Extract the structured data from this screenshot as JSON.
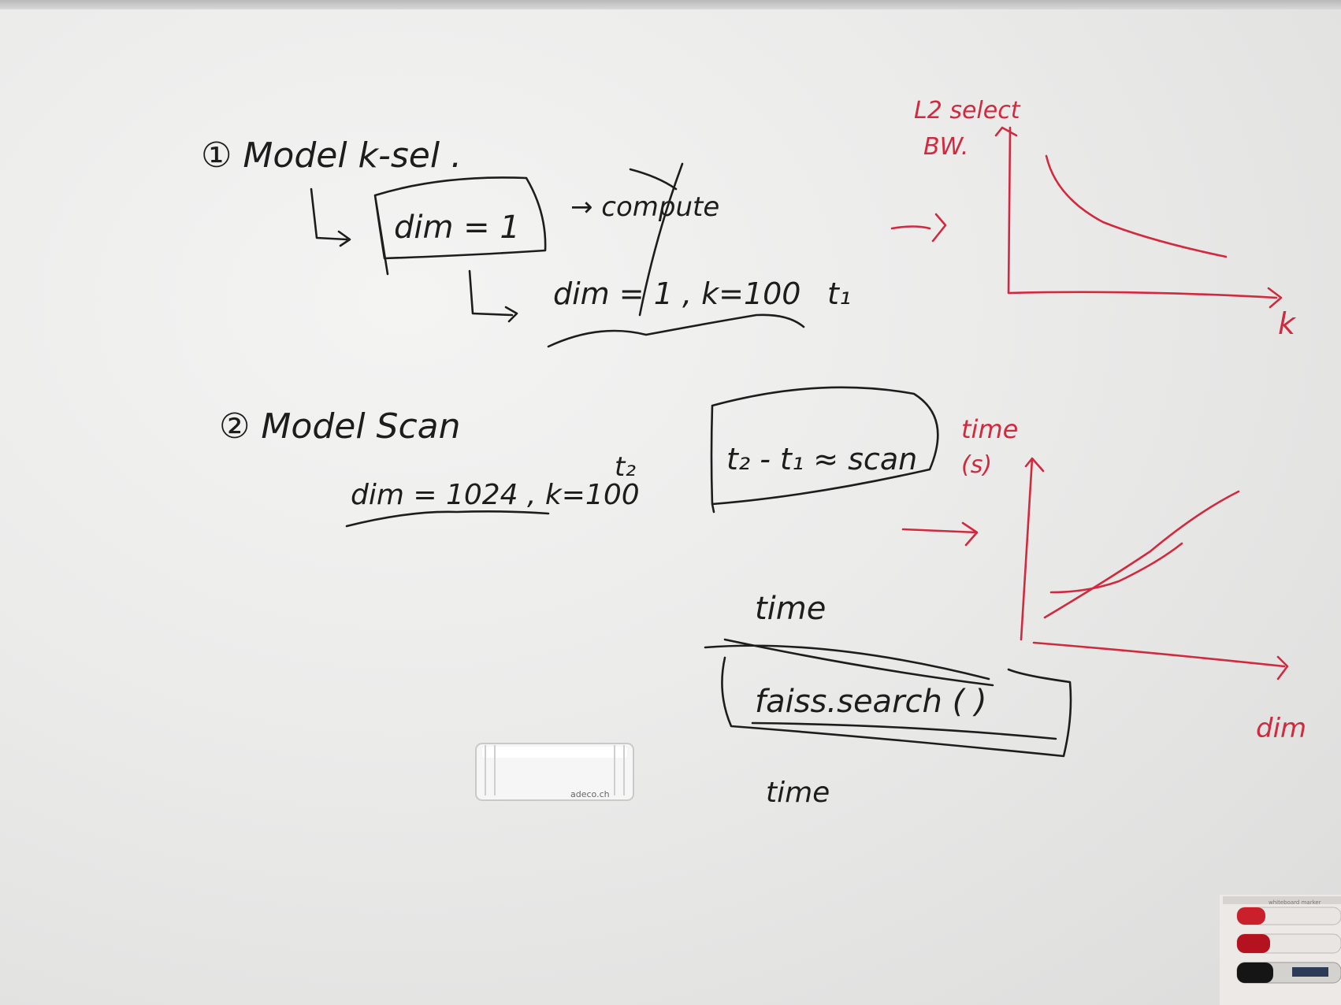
{
  "section1": {
    "title": "① Model  k-sel .",
    "box": "dim = 1",
    "arrow_note": "→ compute",
    "line2": "dim = 1  ,  k=100",
    "time_var": "t₁"
  },
  "section2": {
    "title": "② Model  Scan",
    "line": "dim = 1024 ,  k=100",
    "time_var": "t₂",
    "box": "t₂ - t₁ ≈ scan"
  },
  "bottom": {
    "label_above": "time",
    "code_box": "faiss.search (          )",
    "label_below": "time"
  },
  "graph_top": {
    "ylabel_line1": "L2 select",
    "ylabel_line2": "BW.",
    "xlabel": "k"
  },
  "graph_bottom": {
    "ylabel_line1": "time",
    "ylabel_line2": "(s)",
    "xlabel": "dim"
  },
  "eraser": {
    "brand": "adeco.ch"
  },
  "markers": {
    "label": "whiteboard marker"
  },
  "colors": {
    "black_ink": "#1d1d1d",
    "red_ink": "#d3293f",
    "board": "#ebebea"
  }
}
